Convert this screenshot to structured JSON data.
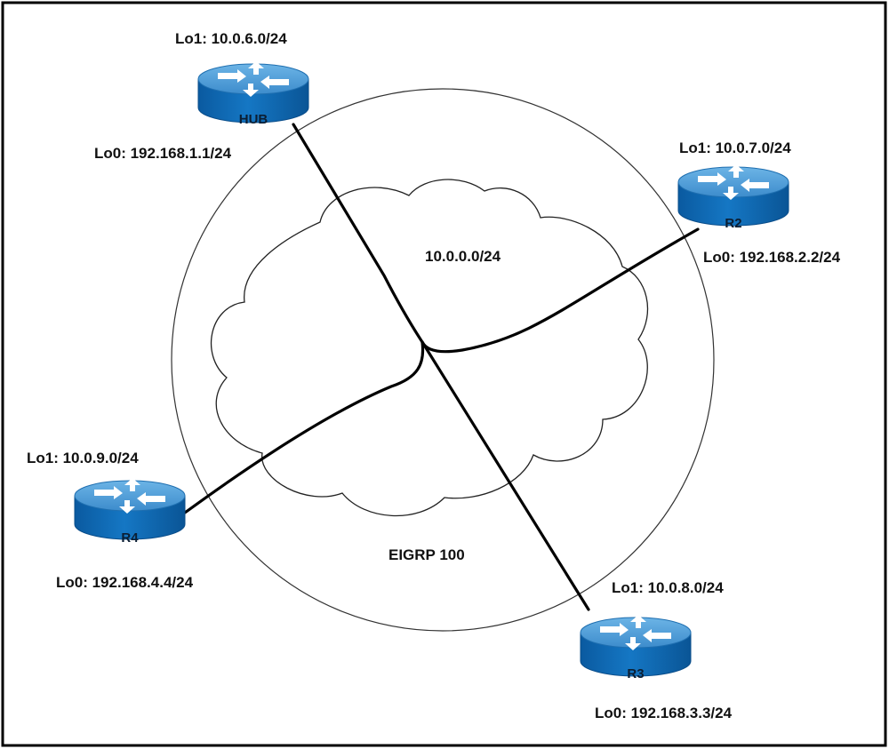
{
  "diagram": {
    "network": {
      "subnet_label": "10.0.0.0/24",
      "as_label": "EIGRP 100"
    },
    "routers": [
      {
        "id": "hub",
        "name": "HUB",
        "lo1": "Lo1:  10.0.6.0/24",
        "lo0": "Lo0:  192.168.1.1/24"
      },
      {
        "id": "r2",
        "name": "R2",
        "lo1": "Lo1:  10.0.7.0/24",
        "lo0": "Lo0:  192.168.2.2/24"
      },
      {
        "id": "r3",
        "name": "R3",
        "lo1": "Lo1:  10.0.8.0/24",
        "lo0": "Lo0:  192.168.3.3/24"
      },
      {
        "id": "r4",
        "name": "R4",
        "lo1": "Lo1:  10.0.9.0/24",
        "lo0": "Lo0:  192.168.4.4/24"
      }
    ],
    "colors": {
      "router_top": "#4f9fd8",
      "router_body": "#0f66b3",
      "router_edge": "#0a4d8a",
      "arrow": "#ffffff",
      "link": "#000000",
      "border": "#000000"
    }
  }
}
